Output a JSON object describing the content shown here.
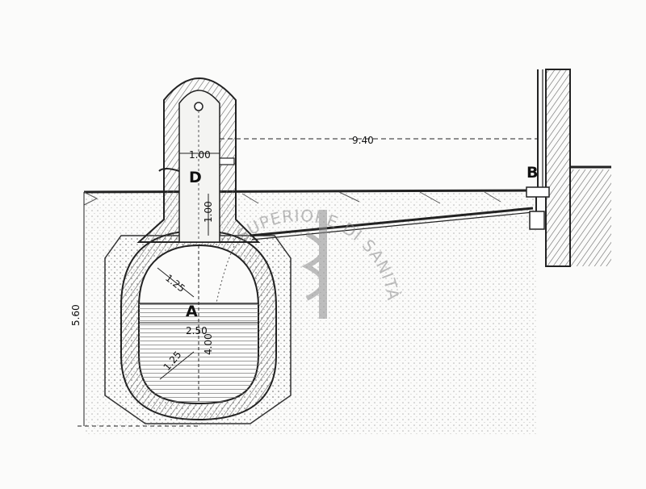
{
  "labels": {
    "point_d": "D",
    "point_a": "A",
    "point_b": "B"
  },
  "dimensions": {
    "horizontal_distance": "9.40",
    "shaft_width": "1.00",
    "shaft_height": "1.00",
    "total_depth": "5.60",
    "chamber_width": "2.50",
    "chamber_height": "4.00",
    "radius_top": "1.25",
    "radius_bottom": "1.25"
  },
  "watermark": {
    "text": "SUPERIORE DI SANITÀ"
  },
  "colors": {
    "paper": "#fbfbfa",
    "ink": "#111111",
    "masonry": "#9a9a9a",
    "ground_hatch": "#555555",
    "water": "#cfcfcf",
    "watermark": "#8c8c8c"
  }
}
